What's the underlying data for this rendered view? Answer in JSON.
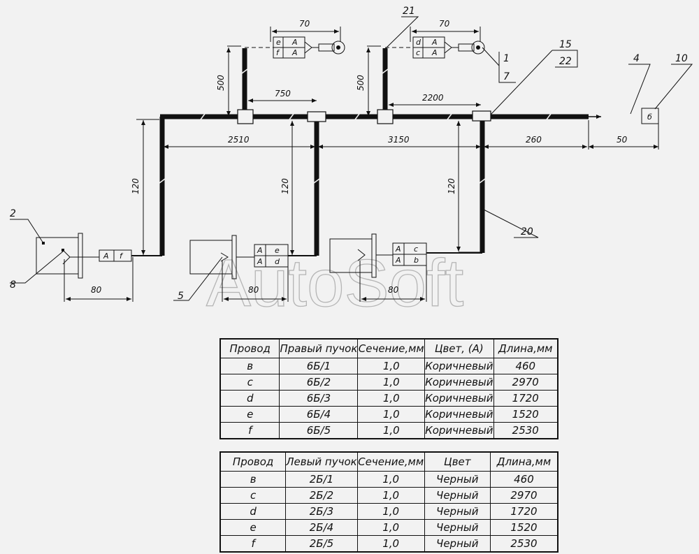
{
  "watermark": "AutoSoft",
  "dimensions": {
    "d70_left": "70",
    "d70_right": "70",
    "d500_left": "500",
    "d500_right": "500",
    "d750": "750",
    "d2200": "2200",
    "d2510": "2510",
    "d3150": "3150",
    "d260": "260",
    "d50": "50",
    "d120_a": "120",
    "d120_b": "120",
    "d120_c": "120",
    "d80_a": "80",
    "d80_b": "80",
    "d80_c": "80"
  },
  "callouts": {
    "c1": "1",
    "c2": "2",
    "c4": "4",
    "c5": "5",
    "c7": "7",
    "c8": "8",
    "c10": "10",
    "c15": "15",
    "c20": "20",
    "c21": "21",
    "c22": "22"
  },
  "connectors": {
    "top_left": {
      "r1": [
        "e",
        "A"
      ],
      "r2": [
        "f",
        "A"
      ]
    },
    "top_right": {
      "r1": [
        "d",
        "A"
      ],
      "r2": [
        "c",
        "A"
      ]
    },
    "left": [
      "A",
      "f"
    ],
    "mid": {
      "r1": [
        "A",
        "e"
      ],
      "r2": [
        "A",
        "d"
      ]
    },
    "right": {
      "r1": [
        "A",
        "c"
      ],
      "r2": [
        "A",
        "b"
      ]
    },
    "terminal_b": "б"
  },
  "tables": {
    "right": {
      "headers": [
        "Провод",
        "Правый пучок",
        "Сечение,мм",
        "Цвет, (A)",
        "Длина,мм"
      ],
      "rows": [
        [
          "в",
          "6Б/1",
          "1,0",
          "Коричневый",
          "460"
        ],
        [
          "c",
          "6Б/2",
          "1,0",
          "Коричневый",
          "2970"
        ],
        [
          "d",
          "6Б/3",
          "1,0",
          "Коричневый",
          "1720"
        ],
        [
          "e",
          "6Б/4",
          "1,0",
          "Коричневый",
          "1520"
        ],
        [
          "f",
          "6Б/5",
          "1,0",
          "Коричневый",
          "2530"
        ]
      ]
    },
    "left": {
      "headers": [
        "Провод",
        "Левый пучок",
        "Сечение,мм",
        "Цвет",
        "Длина,мм"
      ],
      "rows": [
        [
          "в",
          "2Б/1",
          "1,0",
          "Черный",
          "460"
        ],
        [
          "c",
          "2Б/2",
          "1,0",
          "Черный",
          "2970"
        ],
        [
          "d",
          "2Б/3",
          "1,0",
          "Черный",
          "1720"
        ],
        [
          "e",
          "2Б/4",
          "1,0",
          "Черный",
          "1520"
        ],
        [
          "f",
          "2Б/5",
          "1,0",
          "Черный",
          "2530"
        ]
      ]
    }
  }
}
